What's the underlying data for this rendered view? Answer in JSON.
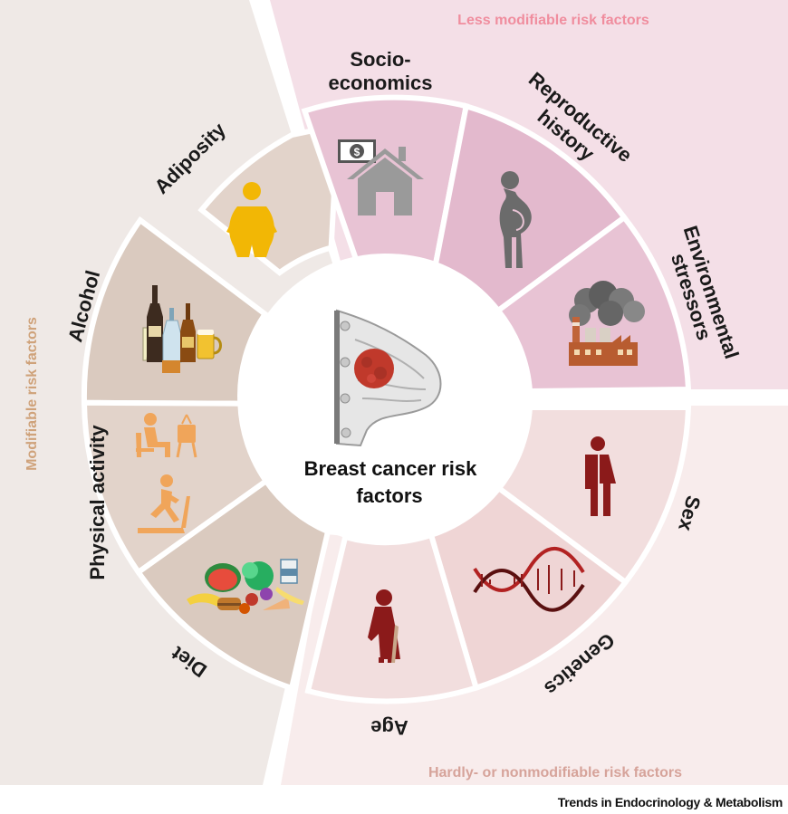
{
  "center": {
    "title_line1": "Breast cancer risk",
    "title_line2": "factors"
  },
  "sections": {
    "less_modifiable": "Less modifiable risk factors",
    "modifiable": "Modifiable risk factors",
    "hardly_modifiable": "Hardly- or nonmodifiable risk factors"
  },
  "factors": {
    "adiposity": "Adiposity",
    "alcohol": "Alcohol",
    "physical_activity": "Physical activity",
    "diet": "Diet",
    "socioeconomics_1": "Socio-",
    "socioeconomics_2": "economics",
    "reproductive_1": "Reproductive",
    "reproductive_2": "history",
    "environmental_1": "Environmental",
    "environmental_2": "stressors",
    "sex": "Sex",
    "genetics": "Genetics",
    "age": "Age"
  },
  "icons": [
    "obese-person-icon",
    "alcohol-bottles-icon",
    "sitting-tv-icon",
    "treadmill-runner-icon",
    "food-pile-icon",
    "money-house-icon",
    "pregnant-woman-icon",
    "factory-smoke-icon",
    "sex-symbol-icon",
    "dna-helix-icon",
    "elderly-woman-icon",
    "breast-tumor-icon"
  ],
  "colors": {
    "modifiable_bg": "#efe9e6",
    "modifiable_segment": "#e2d3ca",
    "less_bg": "#f4dfe7",
    "less_segment": "#e8c3d4",
    "hardly_bg": "#f8ecec",
    "hardly_segment": "#f2dede",
    "less_label": "#f08d9e",
    "modifiable_label": "#cfa27a",
    "hardly_label": "#d6a39a"
  },
  "footer": {
    "journal": "Trends in Endocrinology & Metabolism"
  }
}
